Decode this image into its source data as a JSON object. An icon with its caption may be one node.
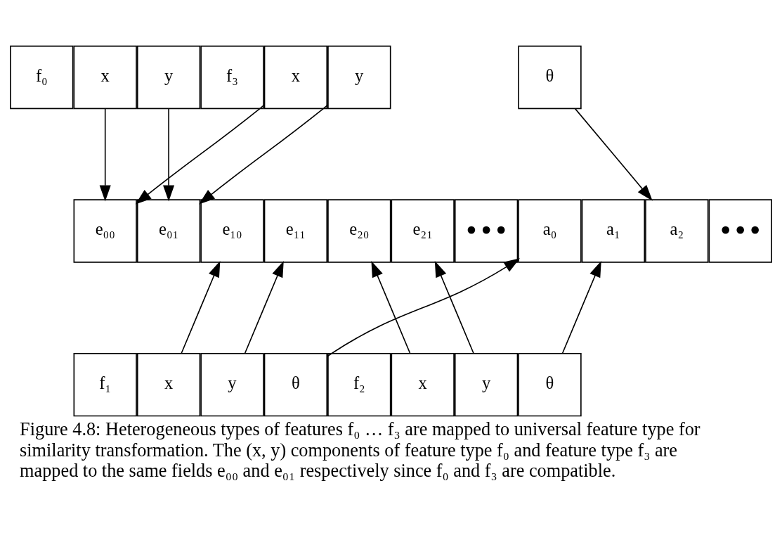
{
  "diagram": {
    "caption": "Figure 4.8: Heterogeneous types of features f₀ … f₃ are mapped to universal feature type for similarity transformation. The (x, y) components of feature type f₀ and feature type f₃ are mapped to the same fields e₀₀ and e₀₁ respectively since f₀ and f₃ are compatible.",
    "nodes": [
      {
        "text": [
          "f₀"
        ]
      },
      {
        "text": [
          "x"
        ]
      },
      {
        "text": [
          "y"
        ]
      },
      {
        "text": [
          "f₃"
        ]
      },
      {
        "text": [
          "x"
        ]
      },
      {
        "text": [
          "y"
        ]
      },
      {
        "text": [
          "θ"
        ]
      },
      {
        "text": [
          "e₀₀"
        ]
      },
      {
        "text": [
          "e₀₁"
        ]
      },
      {
        "text": [
          "e₁₀"
        ]
      },
      {
        "text": [
          "e₁₁"
        ]
      },
      {
        "text": [
          "e₂₀"
        ]
      },
      {
        "text": [
          "e₂₁"
        ]
      },
      {
        "text": [
          "● ● ●"
        ]
      },
      {
        "text": [
          "a₀"
        ]
      },
      {
        "text": [
          "a₁"
        ]
      },
      {
        "text": [
          "a₂"
        ]
      },
      {
        "text": [
          "● ● ●"
        ]
      },
      {
        "text": [
          "f₁"
        ]
      },
      {
        "text": [
          "x"
        ]
      },
      {
        "text": [
          "y"
        ]
      },
      {
        "text": [
          "θ"
        ]
      },
      {
        "text": [
          "f₂"
        ]
      },
      {
        "text": [
          "x"
        ]
      },
      {
        "text": [
          "y"
        ]
      },
      {
        "text": [
          "θ"
        ]
      }
    ],
    "edges": [
      {
        "from": 1,
        "to": 7,
        "arrow": "to"
      },
      {
        "from": 2,
        "to": 8,
        "arrow": "to"
      },
      {
        "from": 4,
        "to": 7,
        "arrow": "to"
      },
      {
        "from": 5,
        "to": 8,
        "arrow": "to"
      },
      {
        "from": 6,
        "to": 16,
        "arrow": "to"
      },
      {
        "from": 19,
        "to": 9,
        "arrow": "to"
      },
      {
        "from": 20,
        "to": 10,
        "arrow": "to"
      },
      {
        "from": 21,
        "to": 14,
        "arrow": "to"
      },
      {
        "from": 23,
        "to": 11,
        "arrow": "to"
      },
      {
        "from": 24,
        "to": 12,
        "arrow": "to"
      },
      {
        "from": 25,
        "to": 15,
        "arrow": "to"
      }
    ]
  }
}
